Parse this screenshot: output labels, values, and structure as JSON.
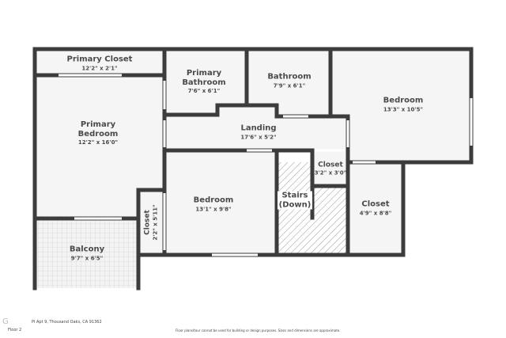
{
  "rooms": [
    {
      "name": "Primary Closet",
      "dim": "12'2\" x 2'1\""
    },
    {
      "name": "Primary Bathroom",
      "dim": "7'6\" x 6'1\""
    },
    {
      "name": "Bathroom",
      "dim": "7'9\" x 6'1\""
    },
    {
      "name": "Bedroom",
      "dim": "13'3\" x 10'5\""
    },
    {
      "name": "Primary Bedroom",
      "dim": "12'2\" x 16'0\""
    },
    {
      "name": "Landing",
      "dim": "17'6\" x 5'2\""
    },
    {
      "name": "Closet",
      "dim": "3'2\" x 3'0\""
    },
    {
      "name": "Bedroom",
      "dim": "13'1\" x 9'8\""
    },
    {
      "name": "Stairs (Down)",
      "dim": ""
    },
    {
      "name": "Closet",
      "dim": "4'9\" x 8'8\""
    },
    {
      "name": "Closet",
      "dim": "2'2\" x 5'11\""
    },
    {
      "name": "Balcony",
      "dim": "9'7\" x 6'5\""
    }
  ],
  "footer": {
    "address": "Pl Apt 9, Thousand Oaks, CA 91362",
    "floor": "Floor 2",
    "disclaimer": "Floor plans/tour cannot be used for building or design purposes. Sizes and dimensions are approximate."
  },
  "colors": {
    "wall": "#3c3c3c",
    "floor": "#f5f5f5",
    "door": "#ffffff"
  }
}
